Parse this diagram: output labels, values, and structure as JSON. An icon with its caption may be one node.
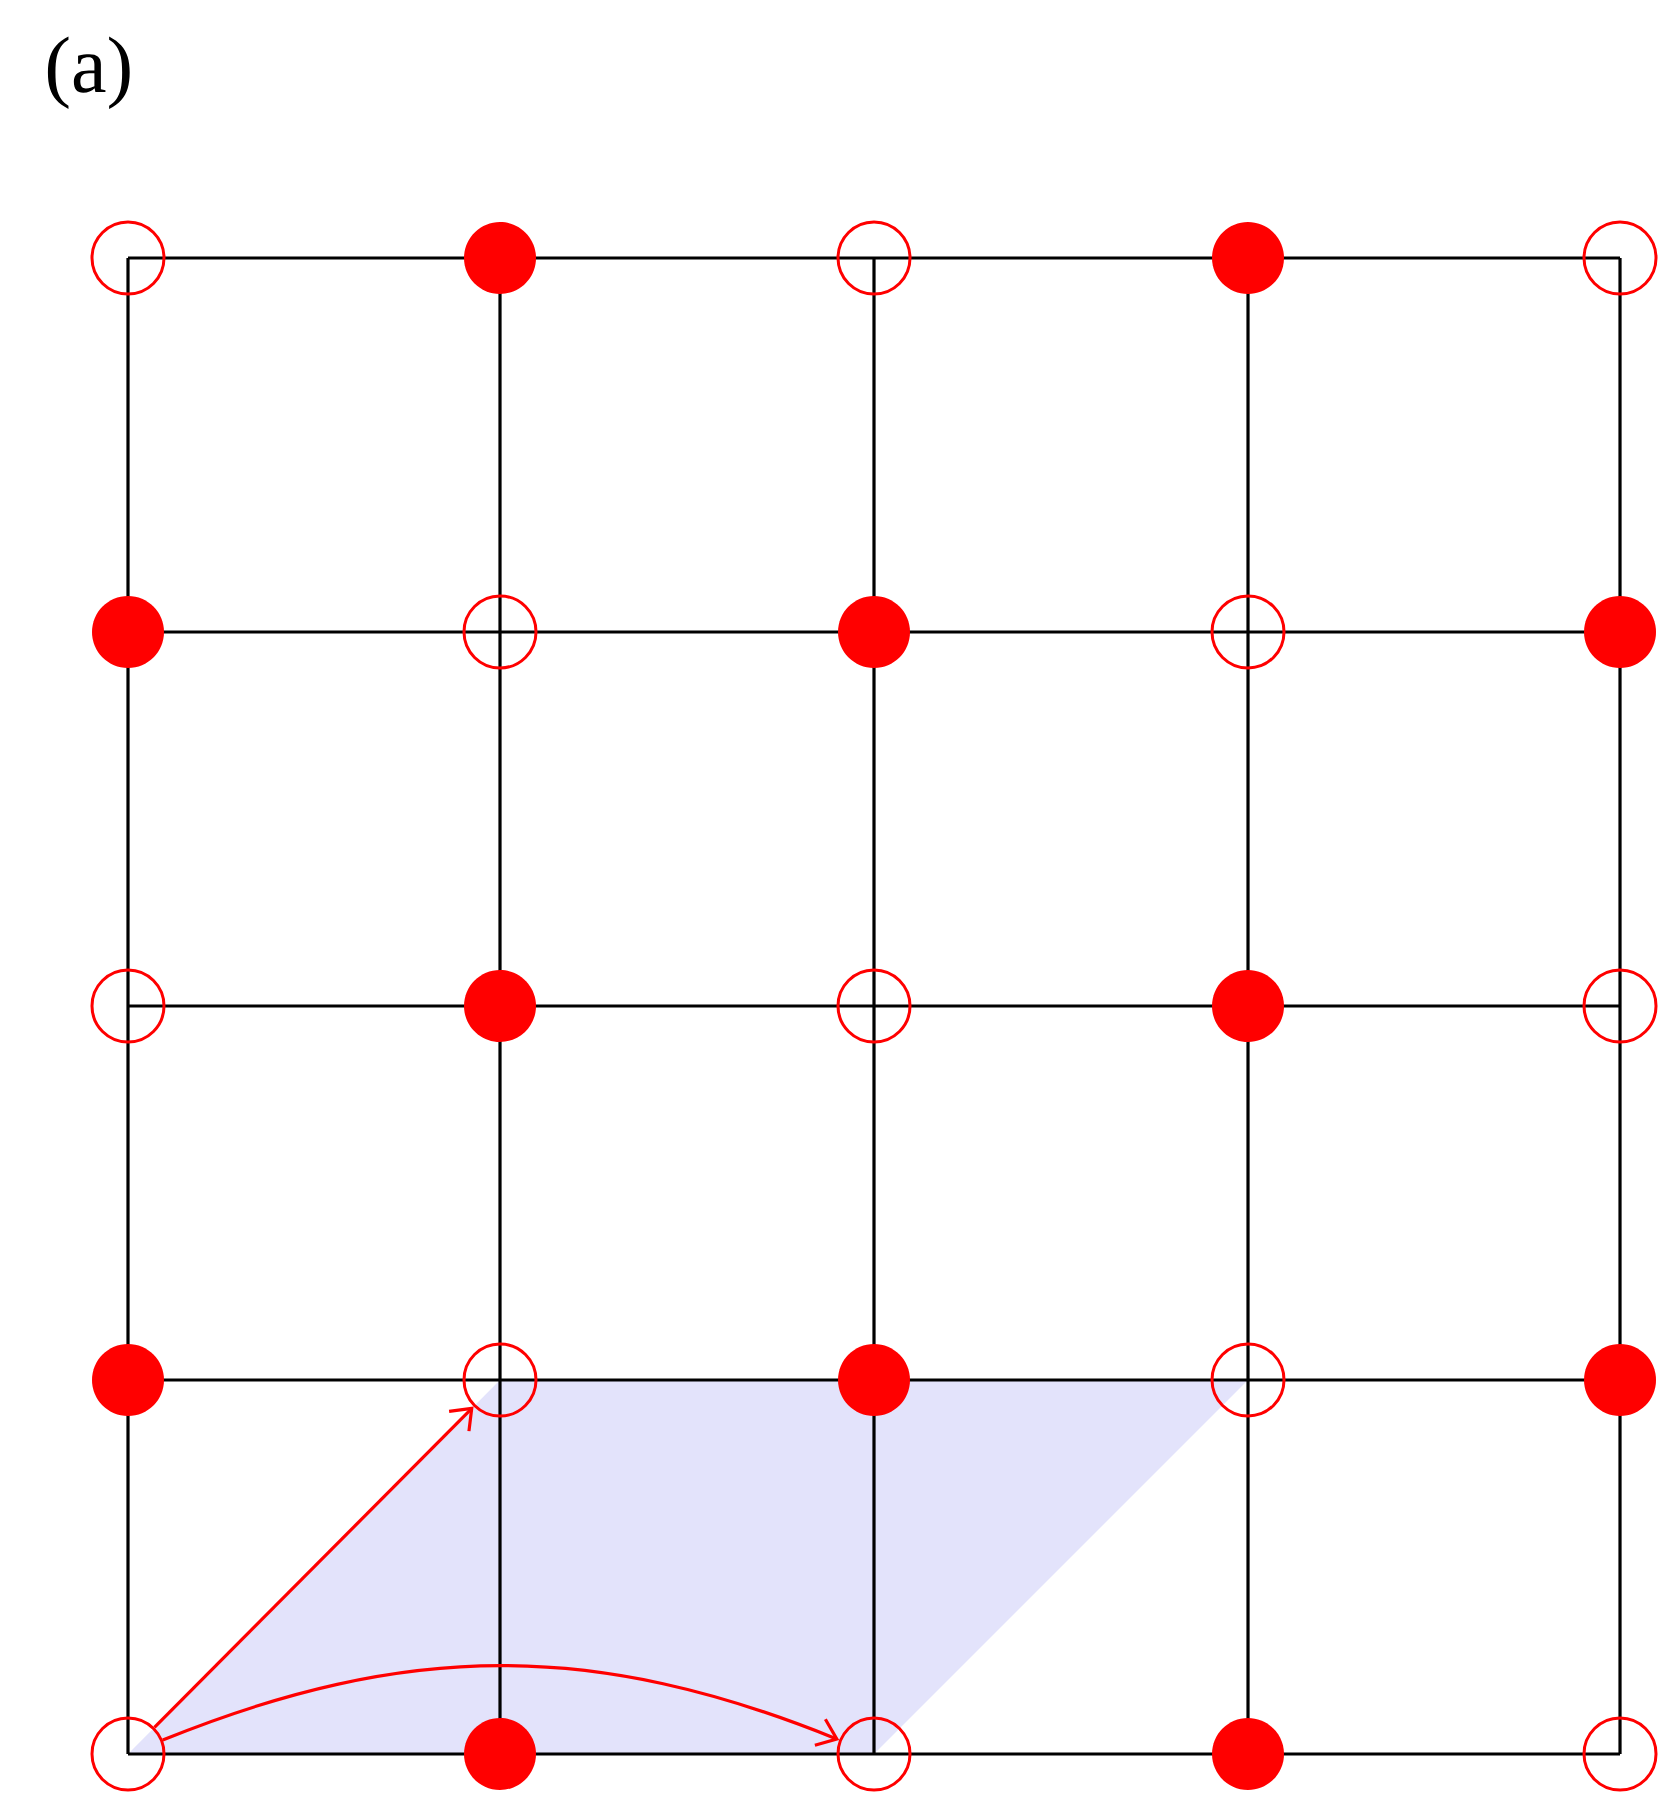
{
  "diagram": {
    "nodes": [
      {
        "text": [],
        "shape": "circle"
      },
      {
        "text": [],
        "shape": "dot"
      },
      {
        "text": [],
        "shape": "circle"
      },
      {
        "text": [],
        "shape": "dot"
      },
      {
        "text": [],
        "shape": "circle"
      },
      {
        "text": [],
        "shape": "dot"
      },
      {
        "text": [],
        "shape": "circle"
      },
      {
        "text": [],
        "shape": "dot"
      },
      {
        "text": [],
        "shape": "circle"
      },
      {
        "text": [],
        "shape": "dot"
      },
      {
        "text": [],
        "shape": "circle"
      },
      {
        "text": [],
        "shape": "dot"
      },
      {
        "text": [],
        "shape": "circle"
      },
      {
        "text": [],
        "shape": "dot"
      },
      {
        "text": [],
        "shape": "circle"
      },
      {
        "text": [],
        "shape": "dot"
      },
      {
        "text": [],
        "shape": "circle"
      },
      {
        "text": [],
        "shape": "dot"
      },
      {
        "text": [],
        "shape": "circle"
      },
      {
        "text": [],
        "shape": "dot"
      },
      {
        "text": [],
        "shape": "circle"
      },
      {
        "text": [],
        "shape": "dot"
      },
      {
        "text": [],
        "shape": "circle"
      },
      {
        "text": [],
        "shape": "dot"
      },
      {
        "text": [],
        "shape": "circle"
      }
    ],
    "edges": [
      {
        "from": 20,
        "to": 16,
        "arrow": "to",
        "color": "#ff0000"
      },
      {
        "from": 20,
        "to": 22,
        "arrow": "to",
        "color": "#ff0000"
      }
    ],
    "labels": [
      "(a)"
    ]
  }
}
